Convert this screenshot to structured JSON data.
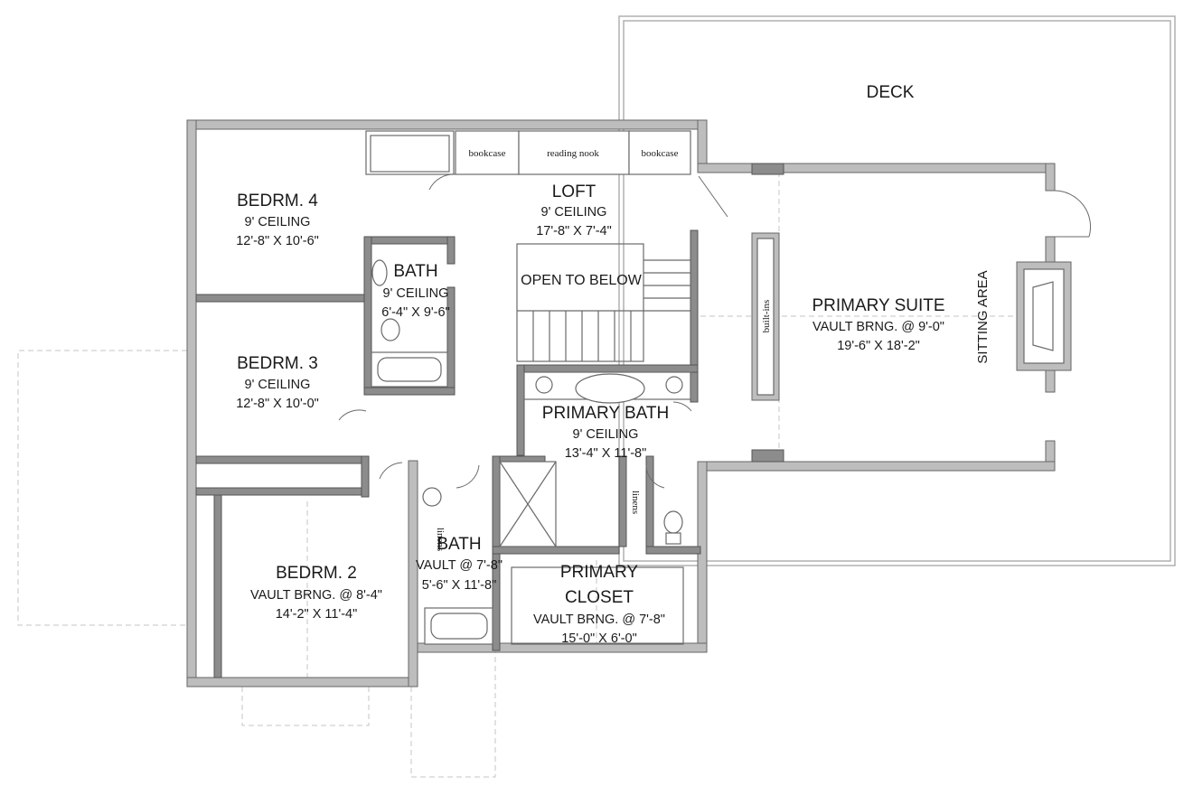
{
  "deck": {
    "label": "DECK"
  },
  "loft": {
    "name": "LOFT",
    "ceiling": "9' CEILING",
    "size": "17'-8\" X 7'-4\""
  },
  "bookcase_left": "bookcase",
  "reading_nook": "reading nook",
  "bookcase_right": "bookcase",
  "bedroom4": {
    "name": "BEDRM. 4",
    "ceiling": "9' CEILING",
    "size": "12'-8\" X 10'-6\""
  },
  "bath_upper": {
    "name": "BATH",
    "ceiling": "9' CEILING",
    "size": "6'-4\" X 9'-6\""
  },
  "open_to_below": "OPEN TO BELOW",
  "bedroom3": {
    "name": "BEDRM. 3",
    "ceiling": "9' CEILING",
    "size": "12'-8\" X 10'-0\""
  },
  "primary_bath": {
    "name": "PRIMARY BATH",
    "ceiling": "9' CEILING",
    "size": "13'-4\" X 11'-8\""
  },
  "builtins": "built-ins",
  "primary_suite": {
    "name": "PRIMARY SUITE",
    "ceiling": "VAULT BRNG. @ 9'-0\"",
    "size": "19'-6\" X 18'-2\""
  },
  "sitting_area": "SITTING AREA",
  "bedroom2": {
    "name": "BEDRM. 2",
    "ceiling": "VAULT BRNG. @ 8'-4\"",
    "size": "14'-2\" X 11'-4\""
  },
  "bath_lower": {
    "name": "BATH",
    "ceiling": "VAULT @ 7'-8\"",
    "size": "5'-6\" X 11'-8\""
  },
  "linens_left": "linens",
  "linens_right": "linens",
  "primary_closet": {
    "name_line1": "PRIMARY",
    "name_line2": "CLOSET",
    "ceiling": "VAULT BRNG. @ 7'-8\"",
    "size": "15'-0\" X 6'-0\""
  }
}
